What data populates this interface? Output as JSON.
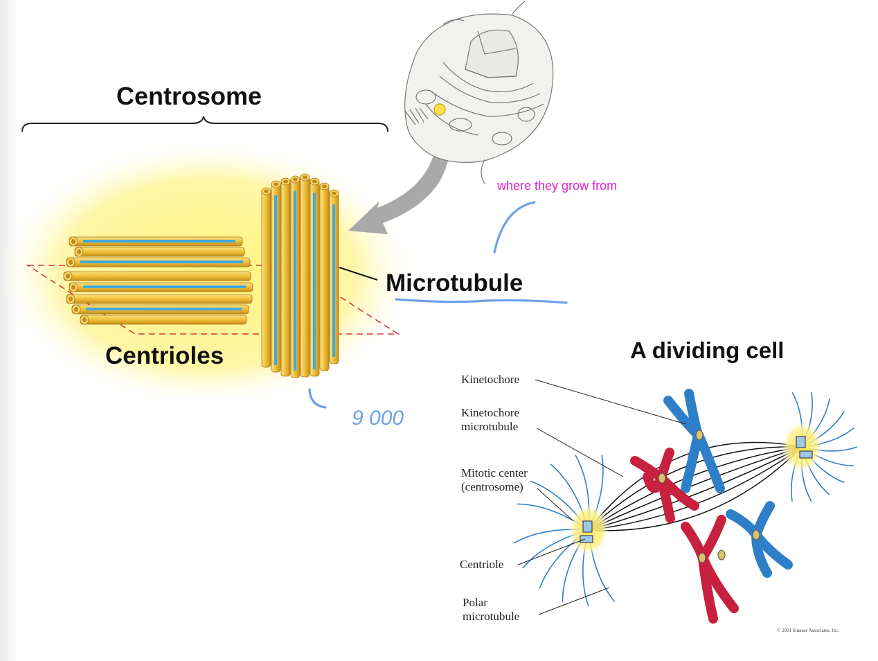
{
  "centrosome_diagram": {
    "title": "Centrosome",
    "centrioles_label": "Centrioles",
    "microtubule_label": "Microtubule"
  },
  "annotations": {
    "note": "where they grow from",
    "handwritten_count": "9 000"
  },
  "dividing_cell": {
    "title": "A dividing cell",
    "labels": [
      "Kinetochore",
      "Kinetochore",
      "microtubule",
      "Mitotic center",
      "(centrosome)",
      "Centriole",
      "Polar",
      "microtubule"
    ],
    "credit": "© 2001 Sinauer Associates, Inc."
  },
  "colors": {
    "tubule_gold": "#f2c33a",
    "tubule_blue": "#3fa9e0",
    "glow_yellow": "#fff27a",
    "arrow_gray": "#a9a9a9",
    "chromosome_red": "#c8203f",
    "chromosome_blue": "#2f7fc8",
    "pen_blue": "#6fa0e8",
    "note_magenta": "#e020d0"
  }
}
